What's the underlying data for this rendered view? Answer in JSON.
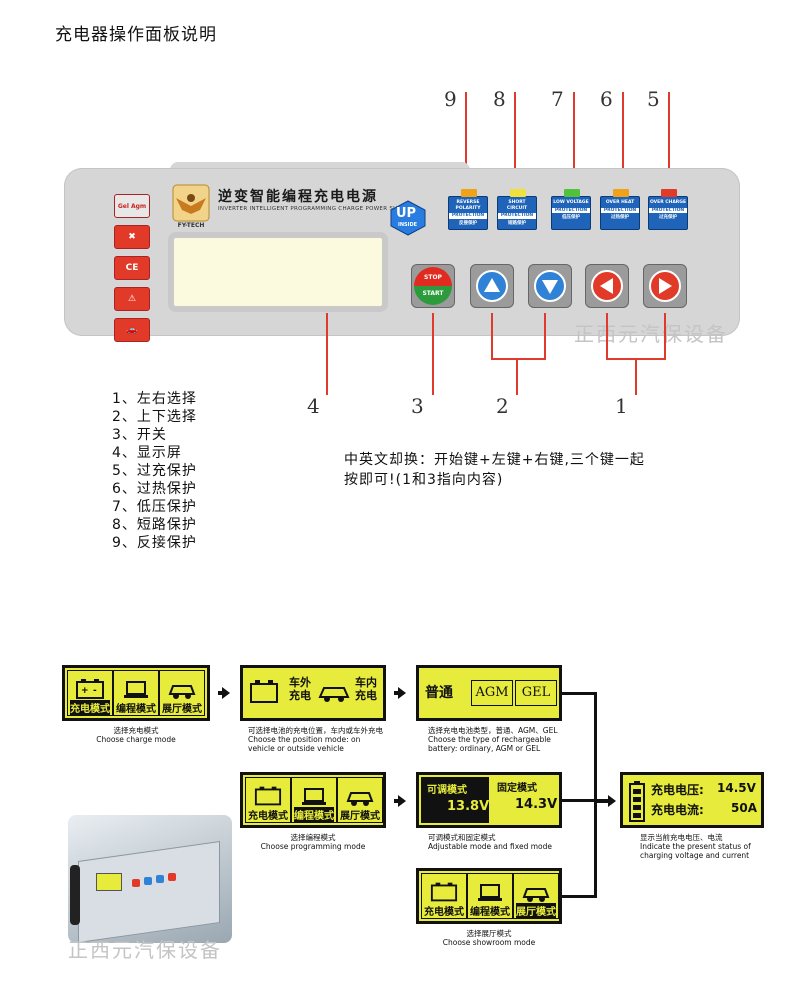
{
  "title": "充电器操作面板说明",
  "panel": {
    "brand_title": "逆变智能编程充电电源",
    "brand_subtitle": "INVERTER INTELLIGENT PROGRAMMING CHARGE POWER SUPPLY",
    "logo_text": "FY-TECH",
    "up_badge": "UP",
    "up_badge_sub": "INSIDE",
    "side_icons": [
      "Gel Agm",
      "✖",
      "CE",
      "⚠",
      "🚗"
    ],
    "stop_label": "STOP",
    "start_label": "START",
    "protections": [
      {
        "en": "REVERSE POLARITY",
        "mid": "PROTECTION",
        "cn": "反接保护",
        "lamp": "#f0a21b"
      },
      {
        "en": "SHORT CIRCUIT",
        "mid": "PROTECTION",
        "cn": "短路保护",
        "lamp": "#f0e23b"
      },
      {
        "en": "LOW VOLTAGE",
        "mid": "PROTECTION",
        "cn": "低压保护",
        "lamp": "#52c23a"
      },
      {
        "en": "OVER HEAT",
        "mid": "PROTECTION",
        "cn": "过热保护",
        "lamp": "#f0a21b"
      },
      {
        "en": "OVER CHARGE",
        "mid": "PROTECTION",
        "cn": "过充保护",
        "lamp": "#e23a28"
      }
    ]
  },
  "callouts": {
    "top": [
      "9",
      "8",
      "7",
      "6",
      "5"
    ],
    "bottom": [
      "4",
      "3",
      "2",
      "1"
    ]
  },
  "legend": [
    "1、左右选择",
    "2、上下选择",
    "3、开关",
    "4、显示屏",
    "5、过充保护",
    "6、过热保护",
    "7、低压保护",
    "8、短路保护",
    "9、反接保护"
  ],
  "note": [
    "中英文却换：开始键+左键+右键,三个键一起",
    "按即可!(1和3指向内容)"
  ],
  "watermark": "正西元汽保设备",
  "flow": {
    "mode": {
      "items": [
        "充电模式",
        "编程模式",
        "展厅模式"
      ],
      "caption_cn": "选择充电模式",
      "caption_en": "Choose charge mode"
    },
    "position": {
      "items": [
        "车外充电",
        "车内充电"
      ],
      "caption_cn": "可选择电池的充电位置，车内或车外充电",
      "caption_en": "Choose the position mode: on vehicle or outside vehicle"
    },
    "battery": {
      "items": [
        "普通",
        "AGM",
        "GEL"
      ],
      "caption_cn": "选择充电电池类型，普通、AGM、GEL",
      "caption_en": "Choose the type of rechargeable battery: ordinary, AGM or GEL"
    },
    "program": {
      "items": [
        "充电模式",
        "编程模式",
        "展厅模式"
      ],
      "caption_cn": "选择编程模式",
      "caption_en": "Choose programming mode"
    },
    "adjust": {
      "left_label": "可调模式",
      "left_value": "13.8V",
      "right_label": "固定模式",
      "right_value": "14.3V",
      "caption_cn": "可调模式和固定模式",
      "caption_en": "Adjustable mode and fixed mode"
    },
    "showroom": {
      "items": [
        "充电模式",
        "编程模式",
        "展厅模式"
      ],
      "caption_cn": "选择展厅模式",
      "caption_en": "Choose showroom mode"
    },
    "status": {
      "voltage_label": "充电电压:",
      "voltage_value": "14.5V",
      "current_label": "充电电流:",
      "current_value": "50A",
      "caption_cn": "显示当前充电电压、电流",
      "caption_en": "Indicate the present status of charging voltage and current"
    }
  },
  "colors": {
    "lcd": "#e7ec3c",
    "protection_blue": "#1f64b8",
    "callout_red": "#e0392e",
    "panel": "#d6d6d6"
  }
}
